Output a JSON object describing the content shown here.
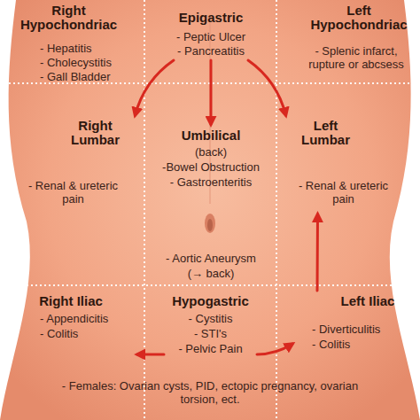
{
  "diagram": {
    "nodes": [
      {
        "text": [
          "Right Hypochondriac",
          "- Hepatitis",
          "- Cholecystitis",
          "- Gall Bladder"
        ]
      },
      {
        "text": [
          "Epigastric",
          "- Peptic Ulcer",
          "- Pancreatitis"
        ]
      },
      {
        "text": [
          "Left Hypochondriac",
          "- Splenic infarct, rupture or abcsess"
        ]
      },
      {
        "text": [
          "Right Lumbar",
          "- Renal & ureteric pain"
        ]
      },
      {
        "text": [
          "Umbilical",
          "(back)",
          "-Bowel Obstruction",
          "- Gastroenteritis",
          "- Aortic Aneurysm",
          "(→ back)"
        ]
      },
      {
        "text": [
          "Left Lumbar",
          "- Renal & ureteric pain"
        ]
      },
      {
        "text": [
          "Right Iliac",
          "- Appendicitis",
          "- Colitis"
        ]
      },
      {
        "text": [
          "Hypogastric",
          "- Cystitis",
          "- STI's",
          "- Pelvic Pain"
        ]
      },
      {
        "text": [
          "Left Iliac",
          "- Diverticulitis",
          "- Colitis"
        ]
      }
    ],
    "edges": [
      {
        "from": 1,
        "to": 3,
        "arrow": "to"
      },
      {
        "from": 1,
        "to": 4,
        "arrow": "to"
      },
      {
        "from": 1,
        "to": 5,
        "arrow": "to"
      },
      {
        "from": 8,
        "to": 5,
        "arrow": "to"
      },
      {
        "from": 7,
        "to": 6,
        "arrow": "to"
      },
      {
        "from": 7,
        "to": 8,
        "arrow": "to"
      }
    ],
    "labels": [
      "- Females: Ovarian cysts, PID, ectopic pregnancy, ovarian torsion, ect."
    ]
  }
}
